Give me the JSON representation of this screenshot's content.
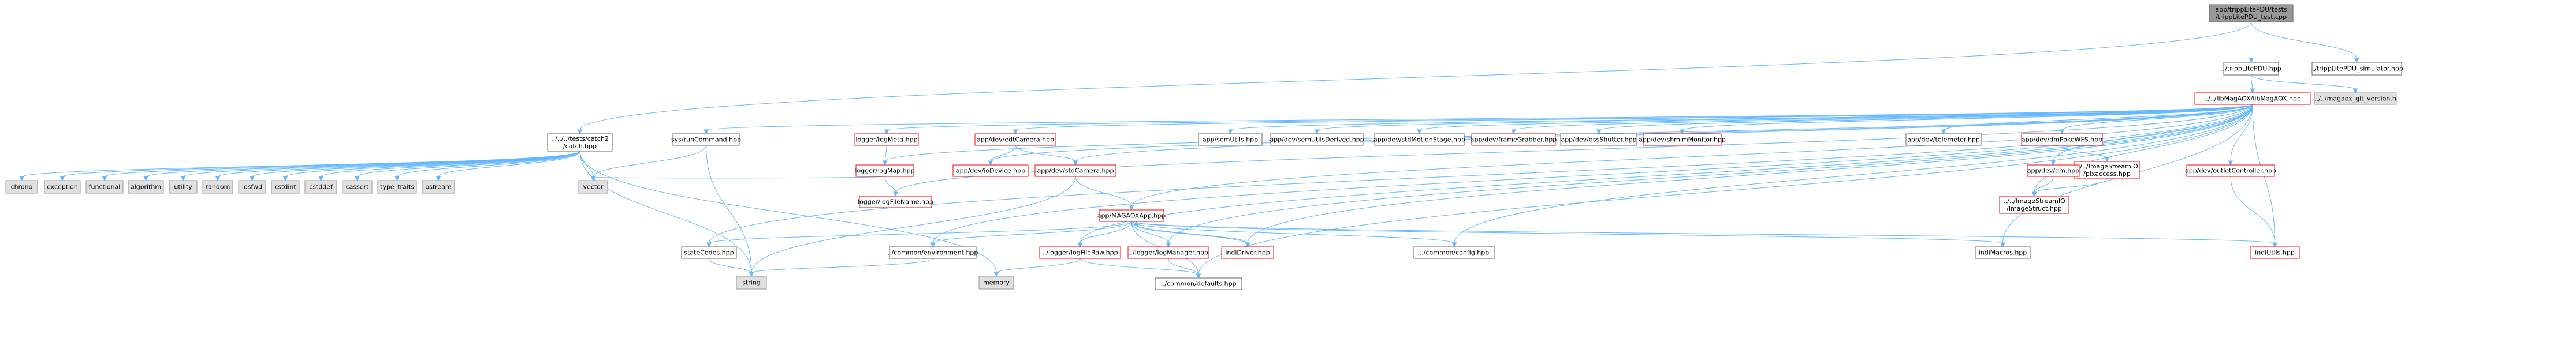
{
  "graph": {
    "colors": {
      "edge": "#63b8ff",
      "node_fill": "#ffffff",
      "node_border_normal": "#666666",
      "node_border_error": "#ff0000",
      "node_fill_system": "#e0e0e0",
      "node_border_system": "#999999",
      "node_fill_root": "#999999",
      "node_border_root": "#666666"
    },
    "nodes": [
      {
        "id": "root",
        "lines": [
          "app/trippLitePDU/tests",
          "/trippLitePDU_test.cpp"
        ],
        "style": "root"
      },
      {
        "id": "pduhpp",
        "lines": [
          "../trippLitePDU.hpp"
        ],
        "style": "normal"
      },
      {
        "id": "pdusim",
        "lines": [
          "../trippLitePDU_simulator.hpp"
        ],
        "style": "normal"
      },
      {
        "id": "catch",
        "lines": [
          "../../../tests/catch2",
          "/catch.hpp"
        ],
        "style": "normal"
      },
      {
        "id": "magaox",
        "lines": [
          "../../libMagAOX/libMagAOX.hpp"
        ],
        "style": "error"
      },
      {
        "id": "gitver",
        "lines": [
          "../../magaox_git_version.h"
        ],
        "style": "system"
      },
      {
        "id": "chrono",
        "lines": [
          "chrono"
        ],
        "style": "system"
      },
      {
        "id": "exception",
        "lines": [
          "exception"
        ],
        "style": "system"
      },
      {
        "id": "functional",
        "lines": [
          "functional"
        ],
        "style": "system"
      },
      {
        "id": "algorithm",
        "lines": [
          "algorithm"
        ],
        "style": "system"
      },
      {
        "id": "utility",
        "lines": [
          "utility"
        ],
        "style": "system"
      },
      {
        "id": "random",
        "lines": [
          "random"
        ],
        "style": "system"
      },
      {
        "id": "iosfwd",
        "lines": [
          "iosfwd"
        ],
        "style": "system"
      },
      {
        "id": "cstdint",
        "lines": [
          "cstdint"
        ],
        "style": "system"
      },
      {
        "id": "cstddef",
        "lines": [
          "cstddef"
        ],
        "style": "system"
      },
      {
        "id": "cassert",
        "lines": [
          "cassert"
        ],
        "style": "system"
      },
      {
        "id": "typetraits",
        "lines": [
          "type_traits"
        ],
        "style": "system"
      },
      {
        "id": "ostream",
        "lines": [
          "ostream"
        ],
        "style": "system"
      },
      {
        "id": "vector",
        "lines": [
          "vector"
        ],
        "style": "system"
      },
      {
        "id": "string",
        "lines": [
          "string"
        ],
        "style": "system"
      },
      {
        "id": "memory",
        "lines": [
          "memory"
        ],
        "style": "system"
      },
      {
        "id": "sysrun",
        "lines": [
          "sys/runCommand.hpp"
        ],
        "style": "normal"
      },
      {
        "id": "logmeta",
        "lines": [
          "logger/logMeta.hpp"
        ],
        "style": "error"
      },
      {
        "id": "logmap",
        "lines": [
          "logger/logMap.hpp"
        ],
        "style": "error"
      },
      {
        "id": "logfilename",
        "lines": [
          "logger/logFileName.hpp"
        ],
        "style": "error"
      },
      {
        "id": "edtcam",
        "lines": [
          "app/dev/edtCamera.hpp"
        ],
        "style": "error"
      },
      {
        "id": "iodev",
        "lines": [
          "app/dev/ioDevice.hpp"
        ],
        "style": "error"
      },
      {
        "id": "stdcam",
        "lines": [
          "app/dev/stdCamera.hpp"
        ],
        "style": "error"
      },
      {
        "id": "semutils",
        "lines": [
          "app/semUtils.hpp"
        ],
        "style": "normal"
      },
      {
        "id": "semderived",
        "lines": [
          "app/dev/semUtilsDerived.hpp"
        ],
        "style": "normal"
      },
      {
        "id": "stdmotion",
        "lines": [
          "app/dev/stdMotionStage.hpp"
        ],
        "style": "normal"
      },
      {
        "id": "framegrab",
        "lines": [
          "app/dev/frameGrabber.hpp"
        ],
        "style": "error"
      },
      {
        "id": "dssshutter",
        "lines": [
          "app/dev/dssShutter.hpp"
        ],
        "style": "normal"
      },
      {
        "id": "shmim",
        "lines": [
          "app/dev/shmimMonitor.hpp"
        ],
        "style": "error"
      },
      {
        "id": "telem",
        "lines": [
          "app/dev/telemeter.hpp"
        ],
        "style": "normal"
      },
      {
        "id": "dmpoke",
        "lines": [
          "app/dev/dmPokeWFS.hpp"
        ],
        "style": "error"
      },
      {
        "id": "pixaccess",
        "lines": [
          "../../ImageStreamIO",
          "/pixaccess.hpp"
        ],
        "style": "error"
      },
      {
        "id": "dm",
        "lines": [
          "app/dev/dm.hpp"
        ],
        "style": "error"
      },
      {
        "id": "imagestruct",
        "lines": [
          "../../ImageStreamIO",
          "/ImageStruct.hpp"
        ],
        "style": "error"
      },
      {
        "id": "outlet",
        "lines": [
          "app/dev/outletController.hpp"
        ],
        "style": "error"
      },
      {
        "id": "magaoxapp",
        "lines": [
          "app/MAGAOXApp.hpp"
        ],
        "style": "error"
      },
      {
        "id": "statecodes",
        "lines": [
          "stateCodes.hpp"
        ],
        "style": "normal"
      },
      {
        "id": "environment",
        "lines": [
          "../common/environment.hpp"
        ],
        "style": "normal"
      },
      {
        "id": "logfileraw",
        "lines": [
          "../logger/logFileRaw.hpp"
        ],
        "style": "error"
      },
      {
        "id": "logmanager",
        "lines": [
          "../logger/logManager.hpp"
        ],
        "style": "error"
      },
      {
        "id": "indidriver",
        "lines": [
          "indiDriver.hpp"
        ],
        "style": "error"
      },
      {
        "id": "config",
        "lines": [
          "../common/config.hpp"
        ],
        "style": "normal"
      },
      {
        "id": "indimacros",
        "lines": [
          "indiMacros.hpp"
        ],
        "style": "normal"
      },
      {
        "id": "indiutils",
        "lines": [
          "indiUtils.hpp"
        ],
        "style": "error"
      },
      {
        "id": "defaults",
        "lines": [
          "../common/defaults.hpp"
        ],
        "style": "normal"
      }
    ],
    "edges": [
      [
        "root",
        "pduhpp"
      ],
      [
        "root",
        "pdusim"
      ],
      [
        "root",
        "catch"
      ],
      [
        "pduhpp",
        "magaox"
      ],
      [
        "pduhpp",
        "gitver"
      ],
      [
        "catch",
        "chrono"
      ],
      [
        "catch",
        "exception"
      ],
      [
        "catch",
        "functional"
      ],
      [
        "catch",
        "algorithm"
      ],
      [
        "catch",
        "utility"
      ],
      [
        "catch",
        "random"
      ],
      [
        "catch",
        "iosfwd"
      ],
      [
        "catch",
        "cstdint"
      ],
      [
        "catch",
        "cstddef"
      ],
      [
        "catch",
        "cassert"
      ],
      [
        "catch",
        "typetraits"
      ],
      [
        "catch",
        "ostream"
      ],
      [
        "catch",
        "vector"
      ],
      [
        "catch",
        "string"
      ],
      [
        "catch",
        "memory"
      ],
      [
        "magaox",
        "sysrun"
      ],
      [
        "magaox",
        "logmeta"
      ],
      [
        "magaox",
        "logmap"
      ],
      [
        "magaox",
        "logfilename"
      ],
      [
        "magaox",
        "edtcam"
      ],
      [
        "magaox",
        "iodev"
      ],
      [
        "magaox",
        "stdcam"
      ],
      [
        "magaox",
        "semutils"
      ],
      [
        "magaox",
        "semderived"
      ],
      [
        "magaox",
        "stdmotion"
      ],
      [
        "magaox",
        "framegrab"
      ],
      [
        "magaox",
        "dssshutter"
      ],
      [
        "magaox",
        "shmim"
      ],
      [
        "magaox",
        "telem"
      ],
      [
        "magaox",
        "dmpoke"
      ],
      [
        "magaox",
        "dm"
      ],
      [
        "magaox",
        "outlet"
      ],
      [
        "magaox",
        "magaoxapp"
      ],
      [
        "magaox",
        "imagestruct"
      ],
      [
        "magaox",
        "statecodes"
      ],
      [
        "magaox",
        "environment"
      ],
      [
        "magaox",
        "logfileraw"
      ],
      [
        "magaox",
        "logmanager"
      ],
      [
        "magaox",
        "indidriver"
      ],
      [
        "magaox",
        "config"
      ],
      [
        "magaox",
        "indimacros"
      ],
      [
        "magaox",
        "indiutils"
      ],
      [
        "magaox",
        "defaults"
      ],
      [
        "sysrun",
        "vector"
      ],
      [
        "sysrun",
        "string"
      ],
      [
        "logmeta",
        "logmap"
      ],
      [
        "logmap",
        "logfilename"
      ],
      [
        "logmap",
        "vector"
      ],
      [
        "edtcam",
        "iodev"
      ],
      [
        "edtcam",
        "stdcam"
      ],
      [
        "stdcam",
        "string"
      ],
      [
        "stdcam",
        "magaoxapp"
      ],
      [
        "dmpoke",
        "pixaccess"
      ],
      [
        "pixaccess",
        "imagestruct"
      ],
      [
        "dm",
        "imagestruct"
      ],
      [
        "outlet",
        "indiutils"
      ],
      [
        "magaoxapp",
        "statecodes"
      ],
      [
        "magaoxapp",
        "environment"
      ],
      [
        "magaoxapp",
        "logfileraw"
      ],
      [
        "magaoxapp",
        "logmanager"
      ],
      [
        "magaoxapp",
        "indidriver"
      ],
      [
        "magaoxapp",
        "config"
      ],
      [
        "magaoxapp",
        "indimacros"
      ],
      [
        "magaoxapp",
        "indiutils"
      ],
      [
        "magaoxapp",
        "defaults"
      ],
      [
        "statecodes",
        "string"
      ],
      [
        "environment",
        "string"
      ],
      [
        "logfileraw",
        "memory"
      ],
      [
        "logfileraw",
        "defaults"
      ],
      [
        "logmanager",
        "defaults"
      ],
      [
        "indidriver",
        "magaoxapp"
      ]
    ]
  }
}
